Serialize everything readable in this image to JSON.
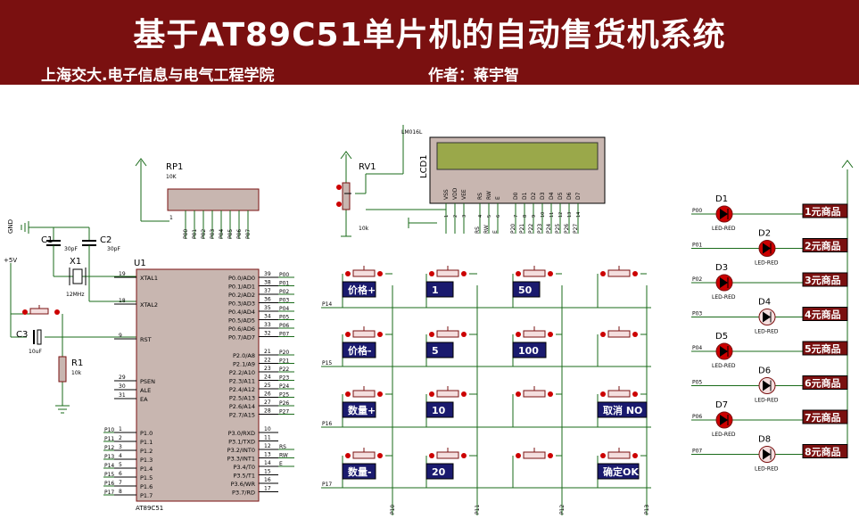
{
  "header": {
    "title": "基于AT89C51单片机的自动售货机系统",
    "subtitle": "上海交大.电子信息与电气工程学院",
    "author": "作者：蒋宇智"
  },
  "colors": {
    "banner": "#7a1010",
    "wire": "#1a6b1a",
    "chip_body": "#c8b6b0",
    "chip_outline": "#7a1010",
    "button_label_bg": "#1a1a6e",
    "product_label_bg": "#7a1010",
    "led_red": "#cc0000",
    "lcd_screen": "#9aa84a"
  },
  "mcu": {
    "ref": "U1",
    "part": "AT89C51",
    "left_pins": [
      {
        "num": "19",
        "name": "XTAL1"
      },
      {
        "num": "18",
        "name": "XTAL2"
      },
      {
        "num": "9",
        "name": "RST"
      },
      {
        "num": "29",
        "name": "PSEN"
      },
      {
        "num": "30",
        "name": "ALE"
      },
      {
        "num": "31",
        "name": "EA"
      },
      {
        "num": "1",
        "name": "P1.0",
        "net": "P10"
      },
      {
        "num": "2",
        "name": "P1.1",
        "net": "P11"
      },
      {
        "num": "3",
        "name": "P1.2",
        "net": "P12"
      },
      {
        "num": "4",
        "name": "P1.3",
        "net": "P13"
      },
      {
        "num": "5",
        "name": "P1.4",
        "net": "P14"
      },
      {
        "num": "6",
        "name": "P1.5",
        "net": "P15"
      },
      {
        "num": "7",
        "name": "P1.6",
        "net": "P16"
      },
      {
        "num": "8",
        "name": "P1.7",
        "net": "P17"
      }
    ],
    "right_pins": [
      {
        "num": "39",
        "name": "P0.0/AD0",
        "net": "P00"
      },
      {
        "num": "38",
        "name": "P0.1/AD1",
        "net": "P01"
      },
      {
        "num": "37",
        "name": "P0.2/AD2",
        "net": "P02"
      },
      {
        "num": "36",
        "name": "P0.3/AD3",
        "net": "P03"
      },
      {
        "num": "35",
        "name": "P0.4/AD4",
        "net": "P04"
      },
      {
        "num": "34",
        "name": "P0.5/AD5",
        "net": "P05"
      },
      {
        "num": "33",
        "name": "P0.6/AD6",
        "net": "P06"
      },
      {
        "num": "32",
        "name": "P0.7/AD7",
        "net": "P07"
      },
      {
        "num": "21",
        "name": "P2.0/A8",
        "net": "P20"
      },
      {
        "num": "22",
        "name": "P2.1/A9",
        "net": "P21"
      },
      {
        "num": "23",
        "name": "P2.2/A10",
        "net": "P22"
      },
      {
        "num": "24",
        "name": "P2.3/A11",
        "net": "P23"
      },
      {
        "num": "25",
        "name": "P2.4/A12",
        "net": "P24"
      },
      {
        "num": "26",
        "name": "P2.5/A13",
        "net": "P25"
      },
      {
        "num": "27",
        "name": "P2.6/A14",
        "net": "P26"
      },
      {
        "num": "28",
        "name": "P2.7/A15",
        "net": "P27"
      },
      {
        "num": "10",
        "name": "P3.0/RXD",
        "net": ""
      },
      {
        "num": "11",
        "name": "P3.1/TXD",
        "net": ""
      },
      {
        "num": "12",
        "name": "P3.2/INT0",
        "net": "RS"
      },
      {
        "num": "13",
        "name": "P3.3/INT1",
        "net": "RW"
      },
      {
        "num": "14",
        "name": "P3.4/T0",
        "net": "E"
      },
      {
        "num": "15",
        "name": "P3.5/T1",
        "net": ""
      },
      {
        "num": "16",
        "name": "P3.6/WR",
        "net": ""
      },
      {
        "num": "17",
        "name": "P3.7/RD",
        "net": ""
      }
    ]
  },
  "components": {
    "c1": {
      "ref": "C1",
      "value": "30pF"
    },
    "c2": {
      "ref": "C2",
      "value": "30pF"
    },
    "c3": {
      "ref": "C3",
      "value": "10uF"
    },
    "x1": {
      "ref": "X1",
      "value": "12MHz"
    },
    "r1": {
      "ref": "R1",
      "value": "10k"
    },
    "rp1": {
      "ref": "RP1",
      "value": "10K",
      "pins": [
        "P00",
        "P01",
        "P02",
        "P03",
        "P04",
        "P05",
        "P06",
        "P07"
      ]
    },
    "rv1": {
      "ref": "RV1",
      "value": "10k"
    },
    "gnd": "GND",
    "vcc": "+5V"
  },
  "lcd": {
    "ref": "LCD1",
    "part": "LM016L",
    "pins": [
      "VSS",
      "VDD",
      "VEE",
      "RS",
      "RW",
      "E",
      "D0",
      "D1",
      "D2",
      "D3",
      "D4",
      "D5",
      "D6",
      "D7"
    ],
    "pin_nums": [
      "1",
      "2",
      "3",
      "4",
      "5",
      "6",
      "7",
      "8",
      "9",
      "10",
      "11",
      "12",
      "13",
      "14"
    ],
    "nets": [
      "",
      "",
      "",
      "RS",
      "RW",
      "E",
      "P20",
      "P21",
      "P22",
      "P23",
      "P24",
      "P25",
      "P26",
      "P27"
    ]
  },
  "keypad": {
    "rows": [
      "P14",
      "P15",
      "P16",
      "P17"
    ],
    "cols": [
      "P10",
      "P11",
      "P12",
      "P13"
    ],
    "keys": [
      [
        "价格+",
        "1",
        "50",
        ""
      ],
      [
        "价格-",
        "5",
        "100",
        ""
      ],
      [
        "数量+",
        "10",
        "",
        "取消 NO"
      ],
      [
        "数量-",
        "20",
        "",
        "确定OK"
      ]
    ]
  },
  "leds": [
    {
      "ref": "D1",
      "type": "LED-RED",
      "net": "P00",
      "product": "1元商品",
      "lit": true
    },
    {
      "ref": "D2",
      "type": "LED-RED",
      "net": "P01",
      "product": "2元商品",
      "lit": true
    },
    {
      "ref": "D3",
      "type": "LED-RED",
      "net": "P02",
      "product": "3元商品",
      "lit": true
    },
    {
      "ref": "D4",
      "type": "LED-RED",
      "net": "P03",
      "product": "4元商品",
      "lit": false
    },
    {
      "ref": "D5",
      "type": "LED-RED",
      "net": "P04",
      "product": "5元商品",
      "lit": true
    },
    {
      "ref": "D6",
      "type": "LED-RED",
      "net": "P05",
      "product": "6元商品",
      "lit": false
    },
    {
      "ref": "D7",
      "type": "LED-RED",
      "net": "P06",
      "product": "7元商品",
      "lit": true
    },
    {
      "ref": "D8",
      "type": "LED-RED",
      "net": "P07",
      "product": "8元商品",
      "lit": false
    }
  ]
}
